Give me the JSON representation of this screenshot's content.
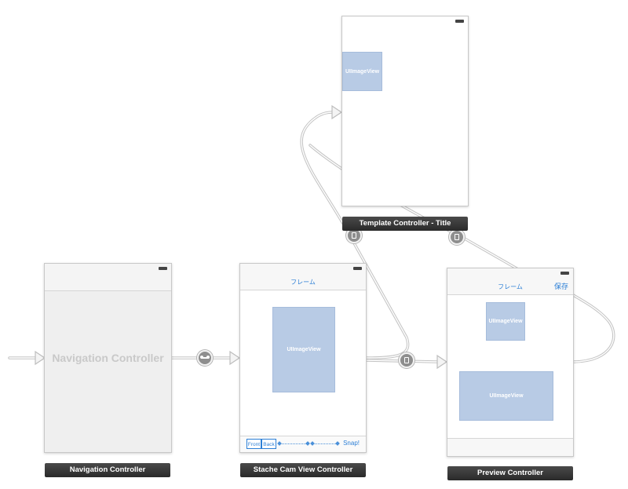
{
  "scenes": {
    "navigation": {
      "name": "Navigation Controller",
      "label": "Navigation Controller"
    },
    "stache_cam": {
      "name": "Stache Cam View Controller",
      "nav_title": "フレーム",
      "image_view": "UIImageView",
      "toolbar": {
        "front": "Front",
        "back": "Back",
        "snap": "Snap!"
      }
    },
    "template": {
      "name": "Template Controller - Title",
      "image_view": "UIImageView"
    },
    "preview": {
      "name": "Preview Controller",
      "nav_title": "フレーム",
      "save": "保存",
      "image_view_top": "UIImageView",
      "image_view_bottom": "UIImageView"
    }
  },
  "icons": {
    "relationship_segue": "link-icon",
    "push_segue": "push-icon"
  },
  "colors": {
    "image_view": "#b8cbe5",
    "tint": "#2c7fd6",
    "label_bar": "#333333",
    "segue_line": "#bdbdbd"
  }
}
